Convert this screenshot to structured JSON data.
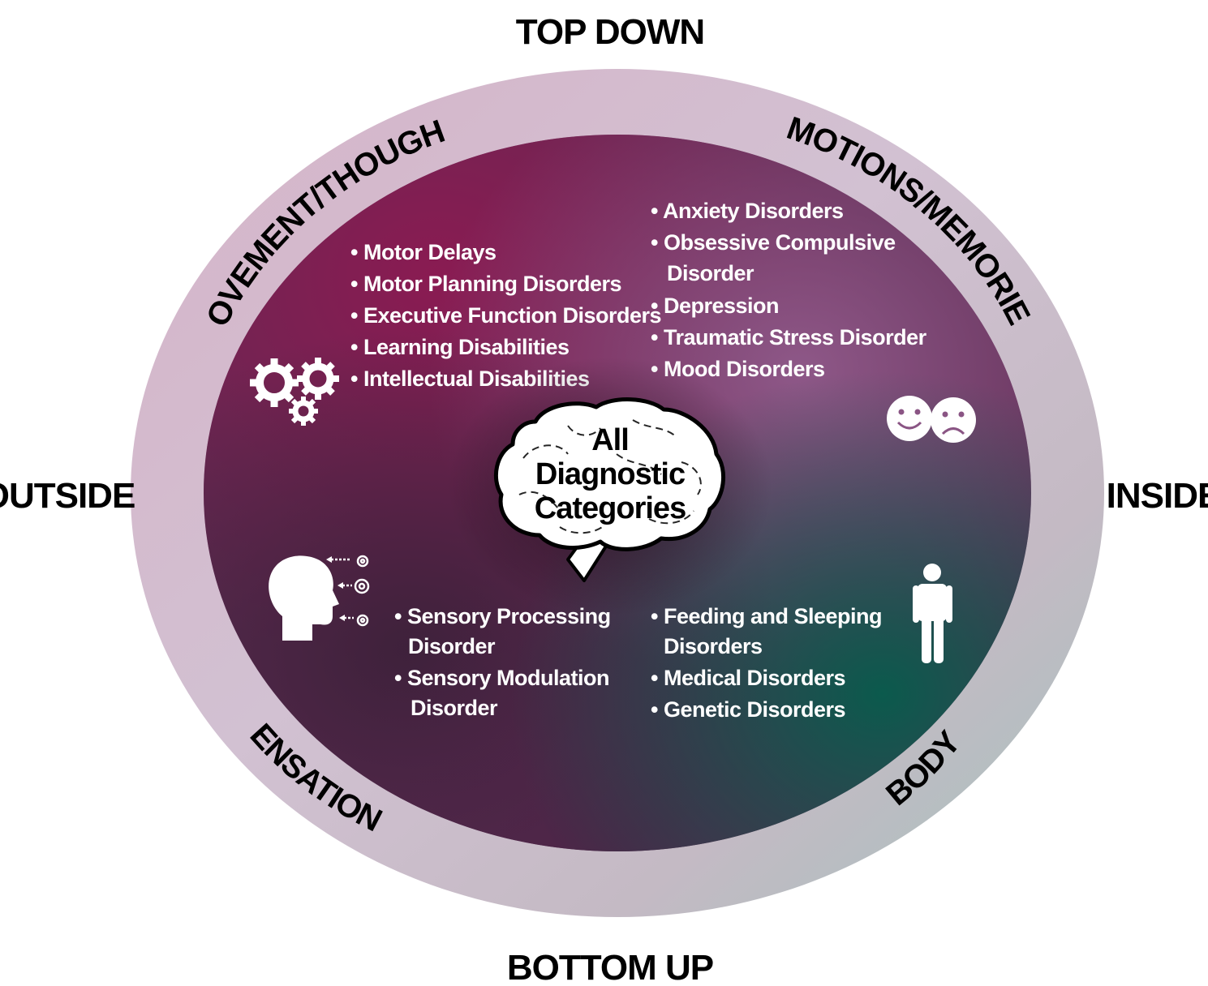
{
  "axes": {
    "top": "TOP DOWN",
    "bottom": "BOTTOM UP",
    "left": "OUTSIDE",
    "right": "INSIDE"
  },
  "quadrants": {
    "movement": {
      "title": "MOVEMENT/THOUGHTS",
      "icon": "gears-icon",
      "items": [
        "Motor Delays",
        "Motor Planning Disorders",
        "Executive Function Disorders",
        "Learning Disabilities",
        "Intellectual Disabilities"
      ]
    },
    "emotions": {
      "title": "EMOTIONS/MEMORIES",
      "icon": "happy-sad-faces-icon",
      "items": [
        "Anxiety Disorders",
        "Obsessive Compulsive",
        "Disorder",
        "Depression",
        "Traumatic Stress Disorder",
        "Mood Disorders"
      ]
    },
    "sensations": {
      "title": "SENSATIONS",
      "icon": "head-senses-icon",
      "items": [
        "Sensory Processing",
        "Disorder",
        "Sensory Modulation",
        "Disorder"
      ]
    },
    "body": {
      "title": "BODY",
      "icon": "person-icon",
      "items": [
        "Feeding and Sleeping",
        "Disorders",
        "Medical Disorders",
        "Genetic Disorders"
      ]
    }
  },
  "center": {
    "icon": "brain-icon",
    "lines": [
      "All",
      "Diagnostic",
      "Categories"
    ]
  },
  "colors": {
    "magenta": "#7d1a4e",
    "teal": "#0c5a4e",
    "dark": "#3e2339",
    "purple": "#8a5584",
    "ring_magenta": "#d3b2c6",
    "ring_teal": "#a7c6c0"
  }
}
